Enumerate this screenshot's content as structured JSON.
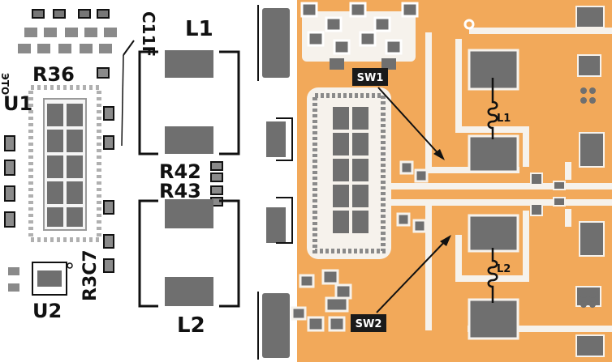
{
  "left_panel": {
    "silkscreen_labels": {
      "u1": "U1",
      "r36": "R36",
      "c11f": "C11F",
      "l1": "L1",
      "r42": "R42",
      "r43": "R43",
      "r3c7": "R3C7",
      "u2": "U2",
      "l2": "L2",
      "edge_fragment": "ЭТО"
    }
  },
  "right_panel": {
    "callouts": {
      "sw1": "SW1",
      "sw2": "SW2"
    },
    "inductor_labels": {
      "l1": "L1",
      "l2": "L2"
    }
  },
  "colors": {
    "copper": "#F2A95A",
    "trace_gap": "#F6F2EC",
    "pad_gray": "#6F6F6F",
    "dark_pad": "#555555",
    "silkscreen": "#111111",
    "callout_bg": "#1A1A1A"
  }
}
